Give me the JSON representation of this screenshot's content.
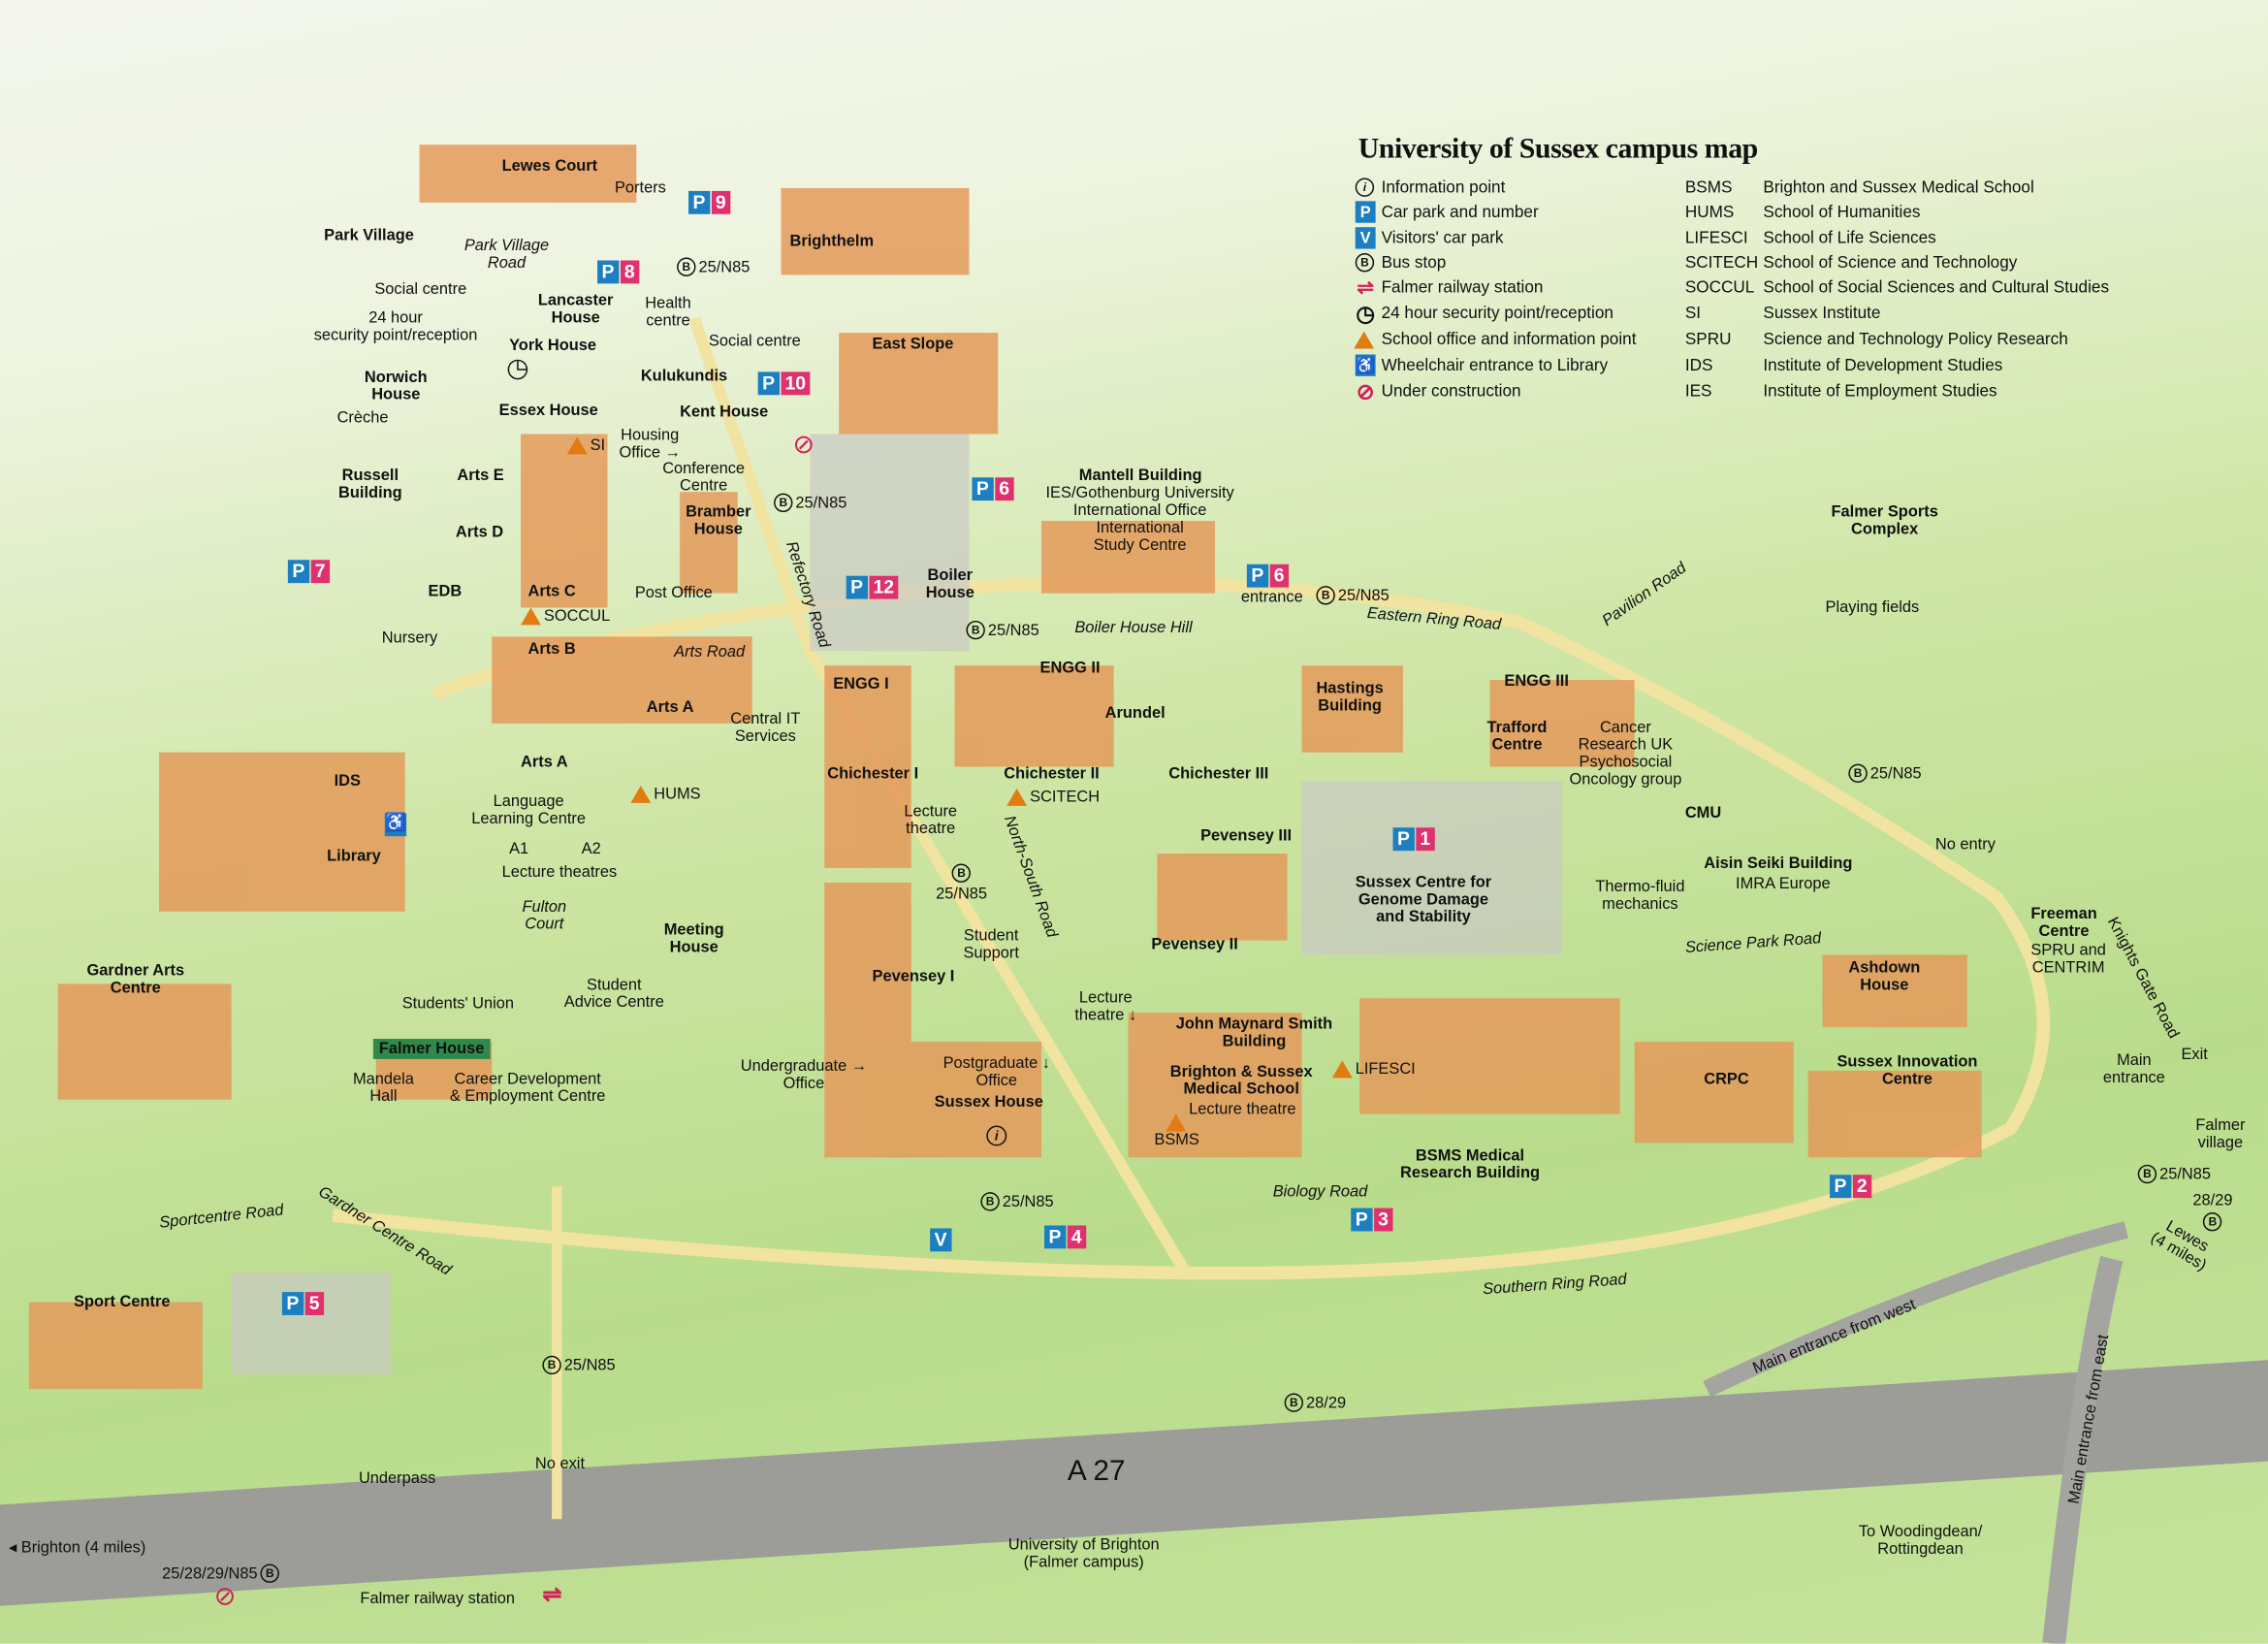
{
  "title": "University of Sussex campus map",
  "legend": {
    "symbols": [
      {
        "icon": "information-icon",
        "glyph": "i",
        "label": "Information point"
      },
      {
        "icon": "car-park-icon",
        "glyph": "P",
        "label": "Car park and number"
      },
      {
        "icon": "visitors-car-park-icon",
        "glyph": "V",
        "label": "Visitors' car park"
      },
      {
        "icon": "bus-stop-icon",
        "glyph": "B",
        "label": "Bus stop"
      },
      {
        "icon": "railway-icon",
        "glyph": "⇌",
        "label": "Falmer railway station"
      },
      {
        "icon": "clock-icon",
        "glyph": "◷",
        "label": "24 hour security point/reception"
      },
      {
        "icon": "triangle-icon",
        "glyph": "▲",
        "label": "School office and information point"
      },
      {
        "icon": "wheelchair-icon",
        "glyph": "♿",
        "label": "Wheelchair entrance to Library"
      },
      {
        "icon": "construction-icon",
        "glyph": "⊘",
        "label": "Under construction"
      }
    ],
    "abbreviations": [
      {
        "abbr": "BSMS",
        "full": "Brighton and Sussex Medical School"
      },
      {
        "abbr": "HUMS",
        "full": "School of Humanities"
      },
      {
        "abbr": "LIFESCI",
        "full": "School of Life Sciences"
      },
      {
        "abbr": "SCITECH",
        "full": "School of Science and Technology"
      },
      {
        "abbr": "SOCCUL",
        "full": "School of Social Sciences and Cultural Studies"
      },
      {
        "abbr": "SI",
        "full": "Sussex Institute"
      },
      {
        "abbr": "SPRU",
        "full": "Science and Technology Policy Research"
      },
      {
        "abbr": "IDS",
        "full": "Institute of Development Studies"
      },
      {
        "abbr": "IES",
        "full": "Institute of Employment Studies"
      }
    ]
  },
  "colors": {
    "parking_blue": "#1b7fc1",
    "parking_pink": "#e0306e",
    "school_office": "#e27b12",
    "rail": "#d0205a"
  },
  "p_letter": "P",
  "bus_letter": "B",
  "v_letter": "V",
  "parking": {
    "p1": "1",
    "p2": "2",
    "p3": "3",
    "p4": "4",
    "p5": "5",
    "p6a": "6",
    "p6b": "6",
    "p7": "7",
    "p8": "8",
    "p9": "9",
    "p10": "10",
    "p12": "12"
  },
  "bus": {
    "b1": "25/N85",
    "b2": "25/N85",
    "b3": "25/N85",
    "b4": "25/N85",
    "b5": "25/N85",
    "b6": "25/N85",
    "b7": "25/N85",
    "b8": "25/N85",
    "b9": "25/N85",
    "b10": "28/29",
    "b11": "28/29",
    "b12": "25/28/29/N85"
  },
  "schools": {
    "si": "SI",
    "soccul": "SOCCUL",
    "hums": "HUMS",
    "scitech": "SCITECH",
    "lifesci": "LIFESCI",
    "bsms": "BSMS"
  },
  "labels": {
    "lewes_court": "Lewes  Court",
    "porters": "Porters",
    "park_village": "Park Village",
    "park_village_road": "Park Village\nRoad",
    "brighthelm": "Brighthelm",
    "social_centre_1": "Social centre",
    "lancaster": "Lancaster\nHouse",
    "health": "Health\ncentre",
    "security": "24 hour\nsecurity point/reception",
    "york": "York House",
    "social_centre_2": "Social centre",
    "east_slope": "East Slope",
    "norwich": "Norwich\nHouse",
    "kulukundis": "Kulukundis",
    "creche": "Crèche",
    "essex": "Essex House",
    "kent": "Kent House",
    "housing": "Housing\nOffice →",
    "conference": "Conference\nCentre",
    "russell": "Russell\nBuilding",
    "arts_e": "Arts E",
    "bramber": "Bramber\nHouse",
    "mantell": "Mantell Building",
    "mantell_sub": "IES/Gothenburg University\nInternational Office\nInternational\nStudy Centre",
    "arts_d": "Arts D",
    "refectory_road": "Refectory Road",
    "boiler_house": "Boiler\nHouse",
    "entrance": "entrance",
    "sports_complex": "Falmer Sports\nComplex",
    "pavilion_road": "Pavilion Road",
    "edb": "EDB",
    "arts_c": "Arts C",
    "post_office": "Post Office",
    "playing_fields": "Playing fields",
    "eastern_ring_road": "Eastern Ring Road",
    "boiler_house_hill": "Boiler House Hill",
    "nursery": "Nursery",
    "arts_b": "Arts B",
    "arts_road": "Arts Road",
    "engg2": "ENGG II",
    "engg1": "ENGG I",
    "engg3": "ENGG III",
    "hastings": "Hastings\nBuilding",
    "arts_a1": "Arts A",
    "central_it": "Central IT\nServices",
    "arundel": "Arundel",
    "trafford": "Trafford\nCentre",
    "cancer": "Cancer\nResearch UK\nPsychosocial\nOncology group",
    "ids": "IDS",
    "arts_a2": "Arts A",
    "chichester1": "Chichester I",
    "chichester2": "Chichester II",
    "chichester3": "Chichester III",
    "language": "Language\nLearning Centre",
    "lecture_theatre_1": "Lecture\ntheatre",
    "north_south_road": "North-South Road",
    "cmu": "CMU",
    "pevensey3": "Pevensey III",
    "a1": "A1",
    "a2": "A2",
    "library": "Library",
    "lecture_theatres": "Lecture theatres",
    "no_entry": "No entry",
    "aisin": "Aisin Seiki Building",
    "imra": "IMRA Europe",
    "genome": "Sussex Centre for\nGenome Damage\nand Stability",
    "thermo": "Thermo-fluid\nmechanics",
    "fulton": "Fulton\nCourt",
    "meeting": "Meeting\nHouse",
    "student_support": "Student\nSupport",
    "freeman": "Freeman\nCentre",
    "spru": "SPRU and\nCENTRIM",
    "knights_gate_road": "Knights Gate Road",
    "pevensey2": "Pevensey II",
    "science_park_road": "Science Park Road",
    "gardner_arts": "Gardner Arts\nCentre",
    "pevensey1": "Pevensey I",
    "ashdown": "Ashdown\nHouse",
    "student_advice": "Student\nAdvice Centre",
    "students_union": "Students' Union",
    "lecture_theatre_2": "Lecture\ntheatre ↓",
    "jms": "John Maynard Smith\nBuilding",
    "falmer_house": "Falmer House",
    "ug_office": "Undergraduate →\nOffice",
    "pg_office": "Postgraduate ↓\nOffice",
    "bsms_school": "Brighton & Sussex\nMedical School",
    "bsms_lt": "Lecture theatre",
    "innovation": "Sussex Innovation\nCentre",
    "crpc": "CRPC",
    "main_entrance": "Main\nentrance",
    "exit": "Exit",
    "mandela": "Mandela\nHall",
    "career": "Career Development\n& Employment Centre",
    "sussex_house": "Sussex House",
    "falmer_village": "Falmer\nvillage",
    "bsms_research": "BSMS Medical\nResearch Building",
    "biology_road": "Biology Road",
    "lewes": "Lewes\n(4 miles)",
    "sportcentre_road": "Sportcentre Road",
    "gardner_centre_road": "Gardner Centre Road",
    "southern_ring_road": "Southern Ring Road",
    "main_west": "Main entrance from west",
    "main_east": "Main entrance from east",
    "sport_centre": "Sport Centre",
    "a27": "A 27",
    "underpass": "Underpass",
    "no_exit": "No exit",
    "brighton": "◂ Brighton (4 miles)",
    "uni_brighton": "University of Brighton\n(Falmer campus)",
    "woodingdean": "To Woodingdean/\nRottingdean",
    "railway": "Falmer railway station"
  }
}
